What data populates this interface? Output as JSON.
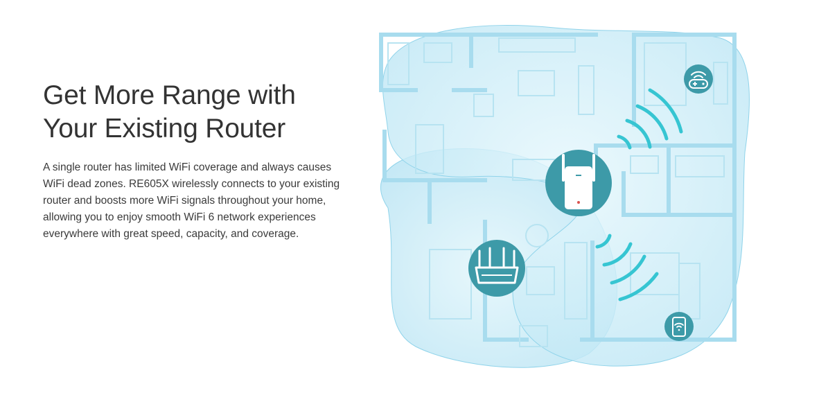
{
  "headline": {
    "line1": "Get More Range with",
    "line2": "Your Existing Router"
  },
  "description": {
    "lines": [
      "A single router has limited WiFi coverage and always causes",
      "WiFi dead zones. RE605X wirelessly connects to your existing",
      "router and boosts more WiFi signals throughout your home,",
      "allowing you to enjoy smooth WiFi 6 network experiences",
      "everywhere with great speed, capacity, and coverage."
    ]
  },
  "colors": {
    "heading": "#333333",
    "body": "#3a3a3a",
    "teal": "#3d9aa8",
    "signal": "#36c5d2",
    "coverage": "#c8ecf8",
    "wall": "#bfe4f1"
  },
  "icons": {
    "extender": "range-extender-icon",
    "router": "router-icon",
    "gamepad": "gamepad-wifi-icon",
    "phone": "phone-wifi-icon"
  }
}
